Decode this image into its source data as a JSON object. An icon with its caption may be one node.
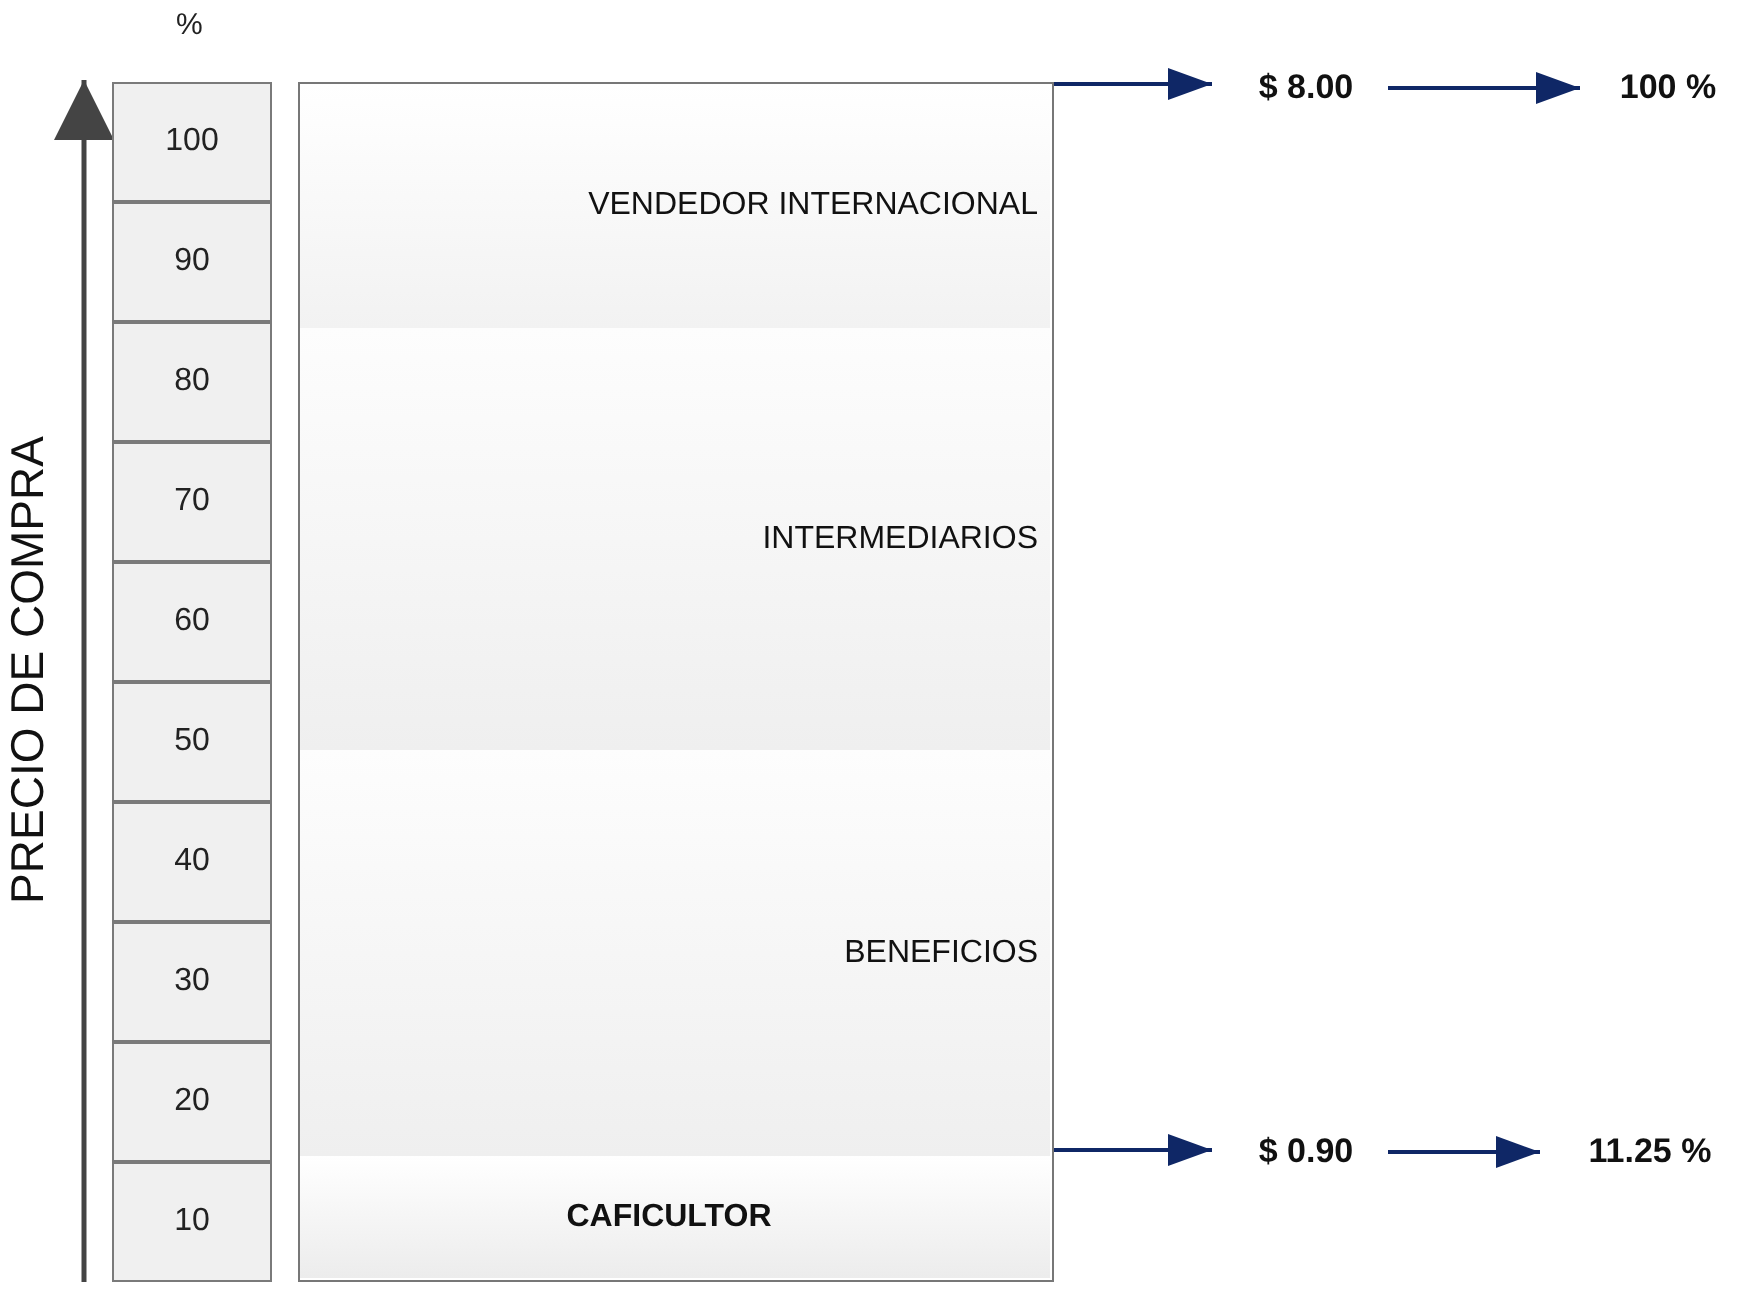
{
  "diagram": {
    "nodes": [
      {
        "text": [
          "100"
        ]
      },
      {
        "text": [
          "90"
        ]
      },
      {
        "text": [
          "80"
        ]
      },
      {
        "text": [
          "70"
        ]
      },
      {
        "text": [
          "60"
        ]
      },
      {
        "text": [
          "50"
        ]
      },
      {
        "text": [
          "40"
        ]
      },
      {
        "text": [
          "30"
        ]
      },
      {
        "text": [
          "20"
        ]
      },
      {
        "text": [
          "10"
        ]
      },
      {
        "text": [],
        "shape": "box"
      },
      {
        "text": [
          "VENDEDOR INTERNACIONAL"
        ],
        "in": 10
      },
      {
        "text": [
          "INTERMEDIARIOS"
        ],
        "in": 10
      },
      {
        "text": [
          "BENEFICIOS"
        ],
        "in": 10
      },
      {
        "text": [
          "CAFICULTOR"
        ],
        "in": 10
      },
      {
        "text": [
          "$ 8.00"
        ]
      },
      {
        "text": [
          "100 %"
        ]
      },
      {
        "text": [
          "$ 0.90"
        ]
      },
      {
        "text": [
          "11.25 %"
        ]
      }
    ],
    "edges": [
      {
        "from": 11,
        "to": 15,
        "arrow": "to"
      },
      {
        "from": 15,
        "to": 16,
        "arrow": "to"
      },
      {
        "from": 14,
        "to": 17,
        "arrow": "to"
      },
      {
        "from": 17,
        "to": 18,
        "arrow": "to"
      }
    ],
    "labels": [
      "%",
      "PRECIO DE COMPRA"
    ]
  }
}
